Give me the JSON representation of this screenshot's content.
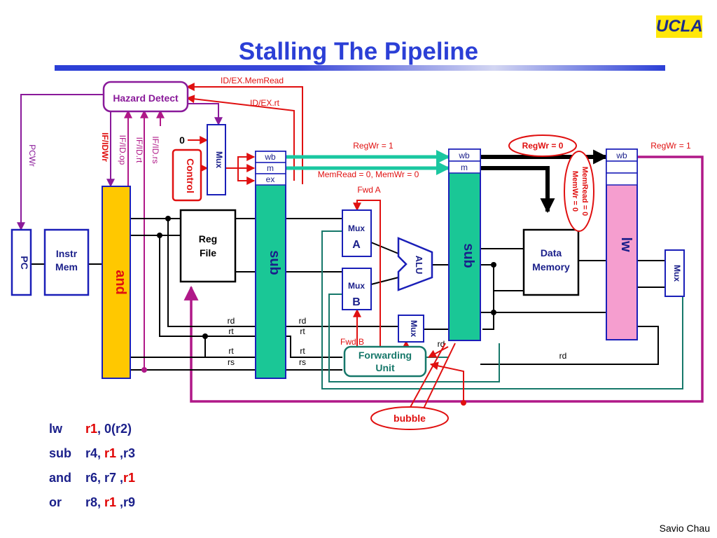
{
  "title": "Stalling The Pipeline",
  "logo": "UCLA",
  "author": "Savio Chau",
  "code": [
    {
      "op": "lw",
      "parts": [
        {
          "t": "r1",
          "hl": true
        },
        {
          "t": ", 0(r2)",
          "hl": false
        }
      ]
    },
    {
      "op": "sub",
      "parts": [
        {
          "t": "r4, ",
          "hl": false
        },
        {
          "t": "r1",
          "hl": true
        },
        {
          "t": " ,r3",
          "hl": false
        }
      ]
    },
    {
      "op": "and",
      "parts": [
        {
          "t": "r6, r7 ,",
          "hl": false
        },
        {
          "t": "r1",
          "hl": true
        }
      ]
    },
    {
      "op": "or",
      "parts": [
        {
          "t": "r8, ",
          "hl": false
        },
        {
          "t": "r1",
          "hl": true
        },
        {
          "t": " ,r9",
          "hl": false
        }
      ]
    }
  ],
  "diagram": {
    "hazard_detect": "Hazard Detect",
    "id_ex_memread": "ID/EX.MemRead",
    "id_ex_rt": "ID/EX.rt",
    "pcwr": "PCWr",
    "if_idwr": "IF/IDWr",
    "if_id_op": "IF/ID.op",
    "if_id_rt": "IF/ID.rt",
    "if_id_rs": "IF/ID.rs",
    "zero": "0",
    "mux": "Mux",
    "control": "Control",
    "pc": "PC",
    "instr_mem": [
      "Instr",
      "Mem"
    ],
    "and_stage": "and",
    "reg_file": [
      "Reg",
      "File"
    ],
    "sub_stage": "sub",
    "sub_stage2": "sub",
    "lw_stage": "lw",
    "wb": "wb",
    "m": "m",
    "ex": "ex",
    "mux_a": [
      "Mux",
      "A"
    ],
    "mux_b": [
      "Mux",
      "B"
    ],
    "alu": "ALU",
    "data_memory": [
      "Data",
      "Memory"
    ],
    "forwarding_unit": [
      "Forwarding",
      "Unit"
    ],
    "regwr1": "RegWr = 1",
    "regwr0": "RegWr = 0",
    "regwr1b": "RegWr = 1",
    "memread_memwr": "MemRead = 0, MemWr = 0",
    "memread0": "MemRead = 0",
    "memwr0": "MemWr = 0",
    "fwd_a": "Fwd A",
    "fwd_b": "Fwd B",
    "rd": "rd",
    "rt": "rt",
    "rs": "rs",
    "bubble": "bubble"
  }
}
